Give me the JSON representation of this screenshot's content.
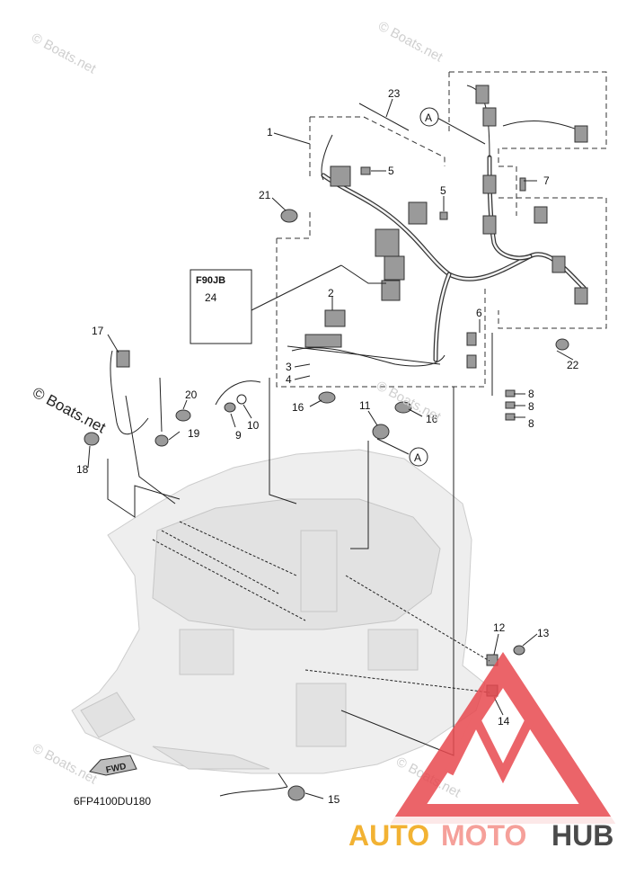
{
  "watermarks": [
    "© Boats.net",
    "© Boats.net",
    "© Boats.net",
    "© Boats.net",
    "© Boats.net",
    "© Boats.net"
  ],
  "logo": {
    "auto": "AUTO",
    "moto": "MOTO",
    "hub": "HUB",
    "color_auto": "#f2b233",
    "color_moto": "#f5a09a",
    "color_hub": "#4a4a4a",
    "triangle_color": "#e8494f"
  },
  "variant_box": {
    "label": "F90JB",
    "part": "24"
  },
  "fwd_label": "FWD",
  "diagram_code": "6FP4100DU180",
  "callout_ref": "A",
  "part_numbers": [
    "1",
    "2",
    "3",
    "4",
    "5",
    "5",
    "6",
    "7",
    "8",
    "8",
    "8",
    "9",
    "10",
    "11",
    "12",
    "13",
    "14",
    "15",
    "16",
    "16",
    "17",
    "18",
    "19",
    "20",
    "21",
    "22",
    "23"
  ]
}
